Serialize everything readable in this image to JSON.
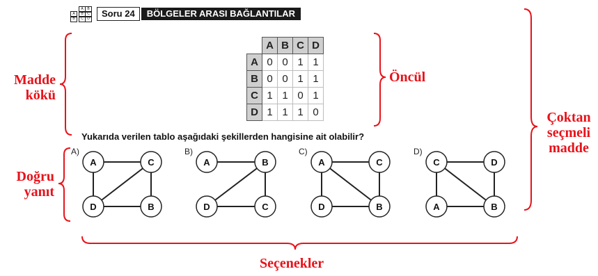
{
  "header": {
    "logo_cells": [
      "A",
      "B",
      "A",
      "B",
      "C",
      "B",
      "C",
      "D",
      "B",
      "D"
    ],
    "soru": "Soru 24",
    "title": "BÖLGELER ARASI BAĞLANTILAR"
  },
  "matrix": {
    "cols": [
      "A",
      "B",
      "C",
      "D"
    ],
    "rows": [
      {
        "label": "A",
        "values": [
          "0",
          "0",
          "1",
          "1"
        ]
      },
      {
        "label": "B",
        "values": [
          "0",
          "0",
          "1",
          "1"
        ]
      },
      {
        "label": "C",
        "values": [
          "1",
          "1",
          "0",
          "1"
        ]
      },
      {
        "label": "D",
        "values": [
          "1",
          "1",
          "1",
          "0"
        ]
      }
    ]
  },
  "question": "Yukarıda verilen tablo aşağıdaki şekillerden hangisine ait olabilir?",
  "options": [
    {
      "label": "A)",
      "nodes": {
        "tl": "A",
        "tr": "C",
        "bl": "D",
        "br": "B"
      }
    },
    {
      "label": "B)",
      "nodes": {
        "tl": "A",
        "tr": "B",
        "bl": "D",
        "br": "C"
      }
    },
    {
      "label": "C)",
      "nodes": {
        "tl": "A",
        "tr": "C",
        "bl": "D",
        "br": "B"
      }
    },
    {
      "label": "D)",
      "nodes": {
        "tl": "C",
        "tr": "D",
        "bl": "A",
        "br": "B"
      }
    }
  ],
  "annotations": {
    "madde_koku_1": "Madde",
    "madde_koku_2": "kökü",
    "oncul": "Öncül",
    "coktan_1": "Çoktan",
    "coktan_2": "seçmeli",
    "coktan_3": "madde",
    "dogru_1": "Doğru",
    "dogru_2": "yanıt",
    "secenekler": "Seçenekler"
  },
  "colors": {
    "annotation": "#e8121a",
    "header_bar": "#1a1a1a",
    "table_header": "#cfcfcf"
  }
}
